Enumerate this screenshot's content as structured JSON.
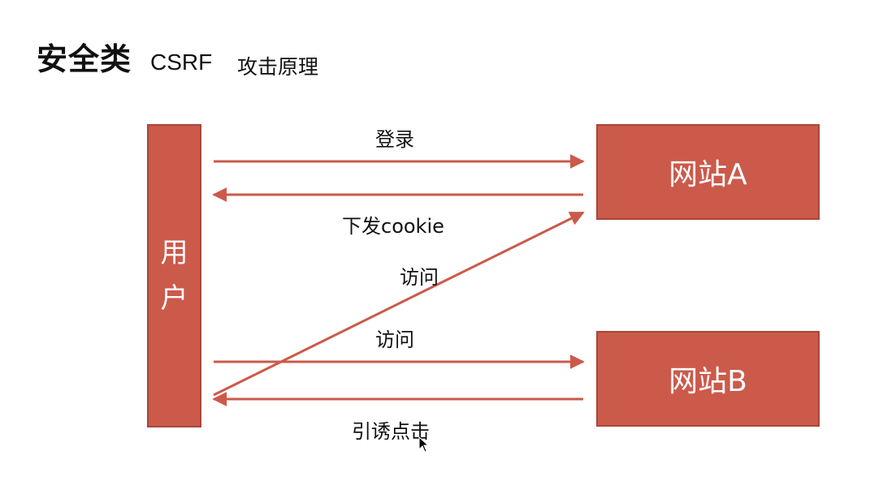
{
  "slide": {
    "title": "安全类",
    "subtitle_main": "CSRF",
    "subtitle_cn": "攻击原理"
  },
  "nodes": {
    "user_chars": [
      "用",
      "户"
    ],
    "site_a": "网站A",
    "site_b": "网站B"
  },
  "edges": {
    "login": "登录",
    "cookie": "下发cookie",
    "visit_a": "访问",
    "visit_b": "访问",
    "lure_click": "引诱点击"
  },
  "colors": {
    "node_fill": "#cb5a4a",
    "node_border": "#a8473a",
    "arrow": "#cb5a4a"
  }
}
